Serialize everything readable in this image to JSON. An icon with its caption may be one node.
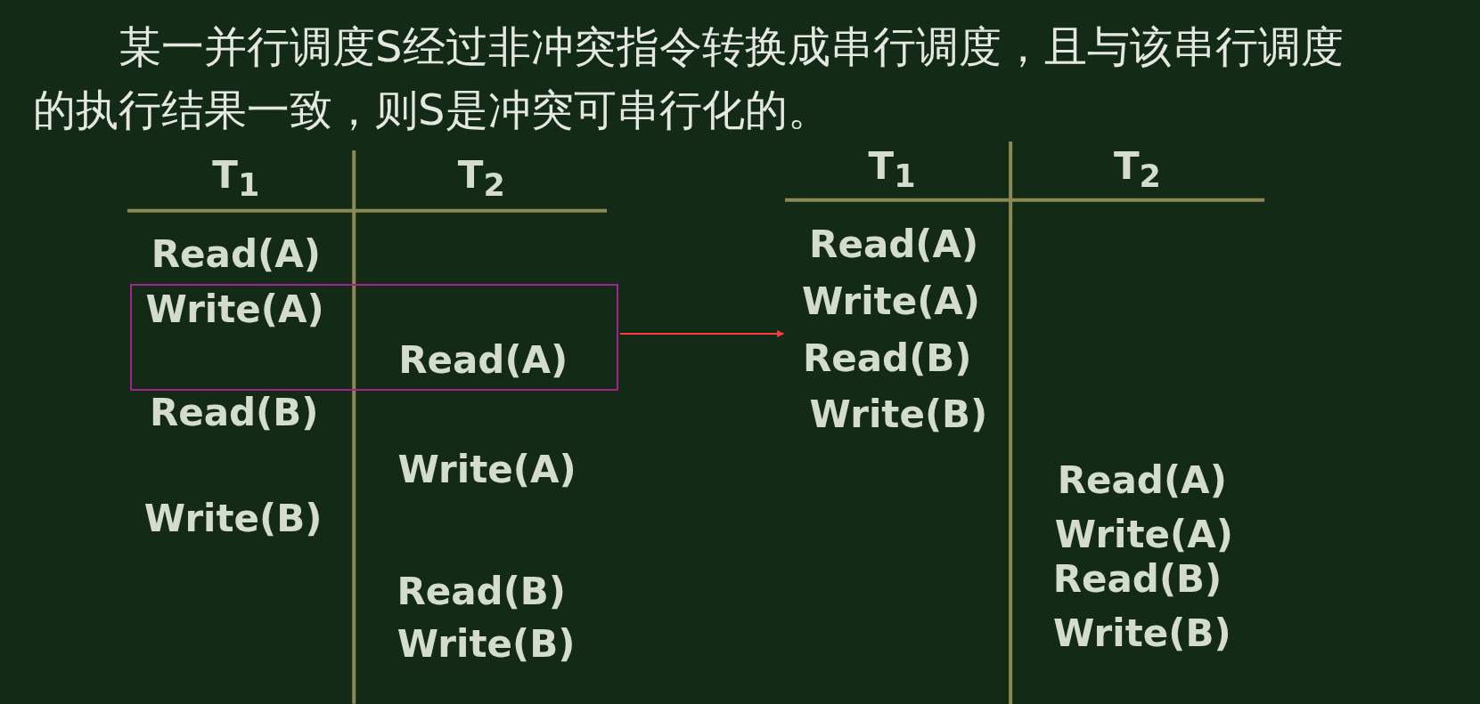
{
  "diagram": {
    "title": "某一并行调度S经过非冲突指令转换成串行调度，且与该串行调度的执行结果一致，则S是冲突可串行化的。",
    "nodes": [
      {
        "text": [],
        "shape": "table"
      },
      {
        "text": [
          "Write(A)",
          "Read(A)"
        ],
        "in": 0
      },
      {
        "text": [],
        "shape": "table"
      }
    ],
    "edges": [
      {
        "from": 1,
        "to": 2,
        "arrow": "to",
        "color": "#ff3b3b"
      }
    ],
    "labels": [
      "T$_{1}$",
      "T$_{2}$",
      "Read(A)",
      "Read(B)",
      "Write(A)",
      "Write(B)",
      "Read(B)",
      "Write(B)",
      "T$_{1}$",
      "T$_{2}$",
      "Read(A)",
      "Write(A)",
      "Read(B)",
      "Write(B)",
      "Read(A)",
      "Write(A)",
      "Read(B)",
      "Write(B)"
    ]
  }
}
